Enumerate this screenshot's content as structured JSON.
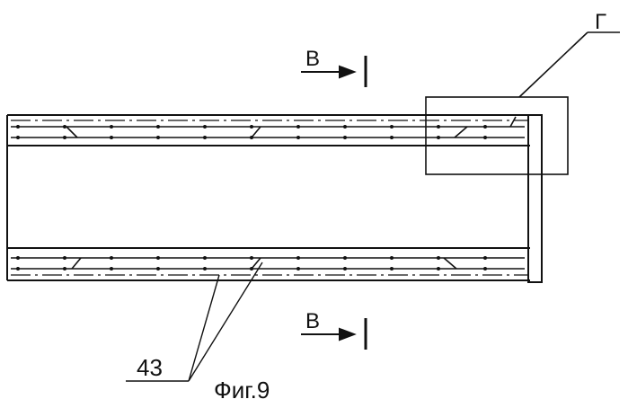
{
  "figure": {
    "caption": "Фиг.9",
    "section_label_top": "В",
    "section_label_bottom": "В",
    "detail_label": "Г",
    "part_number": "43"
  }
}
